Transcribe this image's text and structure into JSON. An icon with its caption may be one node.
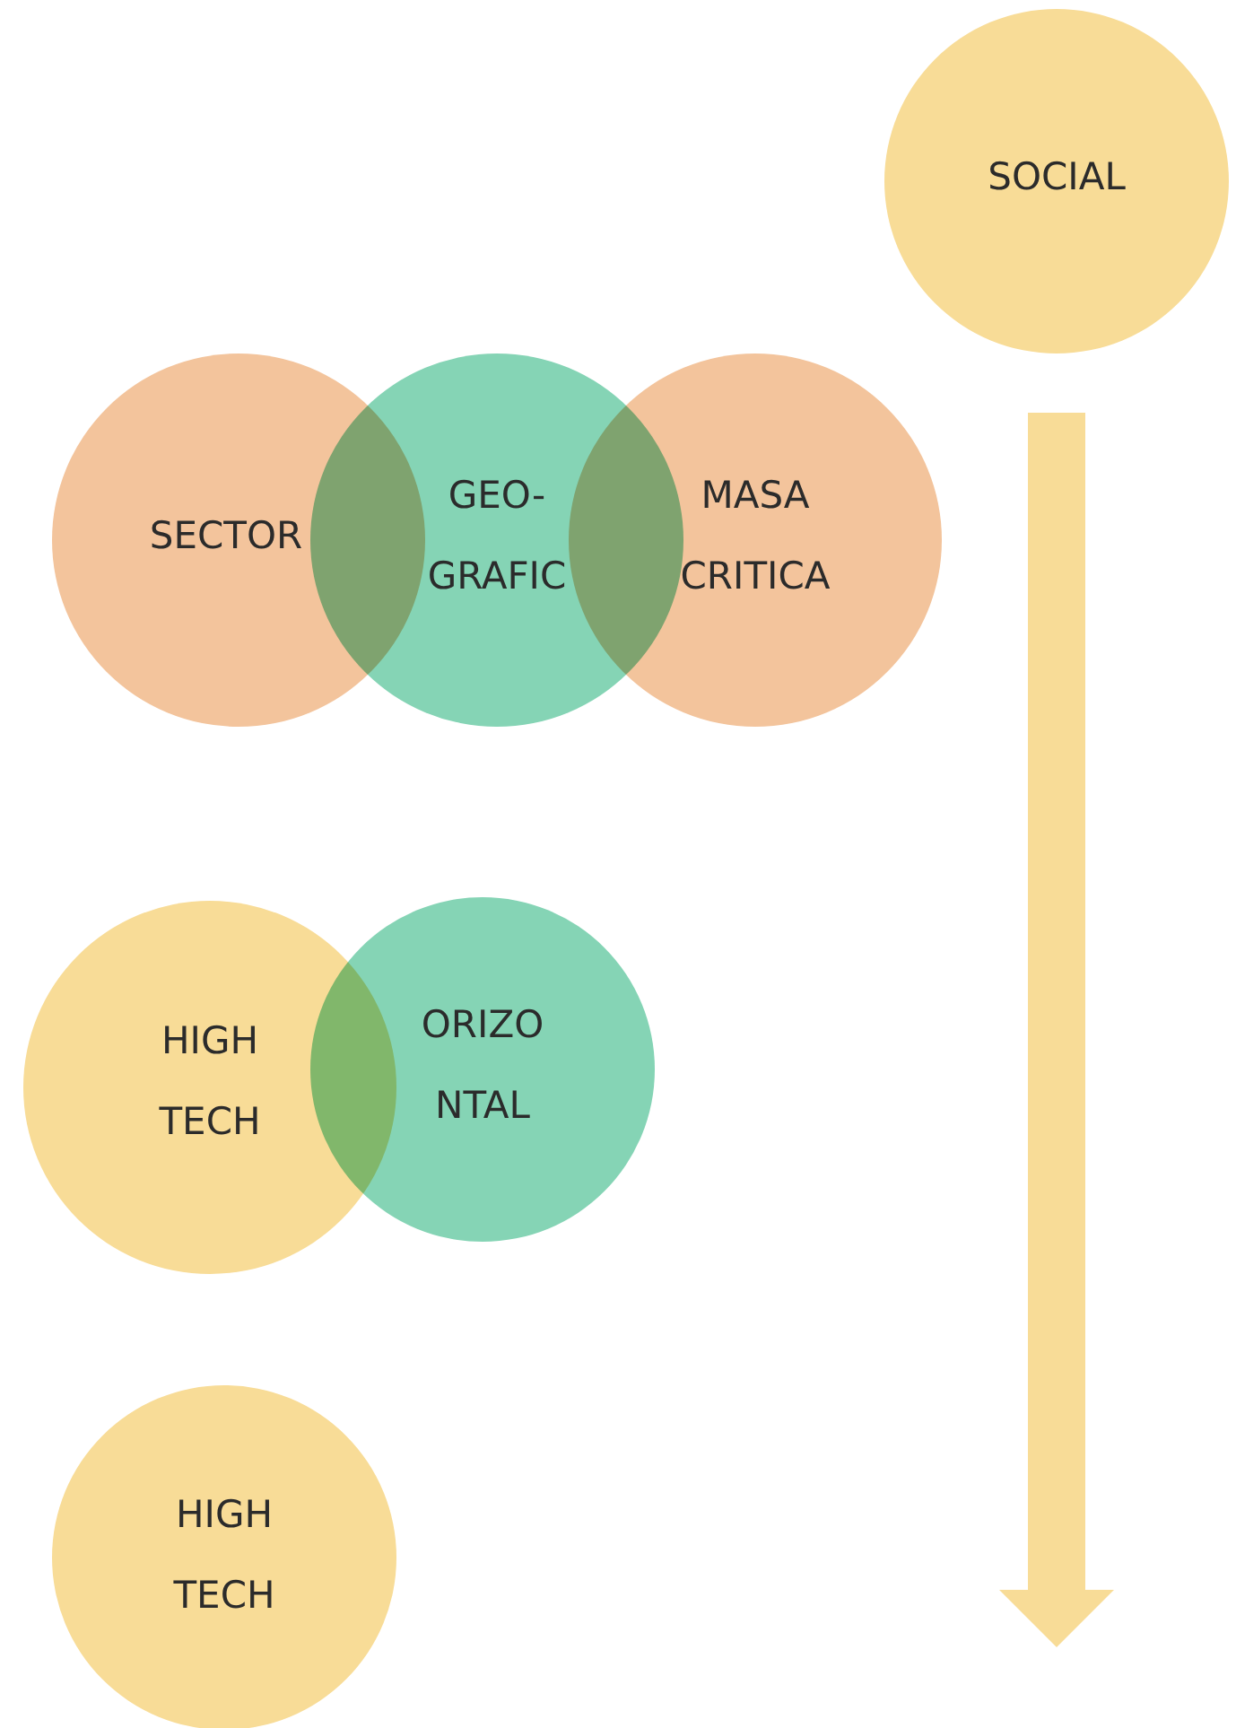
{
  "diagram": {
    "nodes": [
      {
        "text": [
          "SOCIAL"
        ]
      },
      {
        "text": [
          "SECTOR"
        ]
      },
      {
        "text": [
          "GEO- GRAFIC"
        ]
      },
      {
        "text": [
          "MASA CRITICA"
        ]
      },
      {
        "text": [
          "HIGH TECH"
        ]
      },
      {
        "text": [
          "ORIZO NTAL"
        ]
      },
      {
        "text": [
          "HIGH TECH"
        ]
      }
    ]
  }
}
